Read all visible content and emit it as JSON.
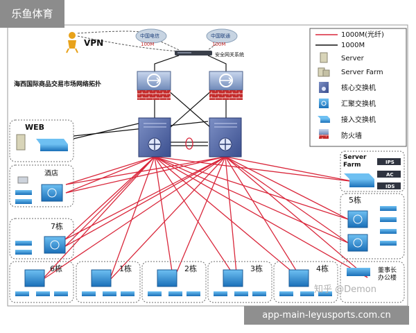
{
  "badges": {
    "top_left": "乐鱼体育",
    "bottom_right": "app-main-leyusports.com.cn",
    "watermark": "知乎 @Demon"
  },
  "diagram": {
    "title": "海西国际商品交易市场网络拓扑",
    "vpn_label": "VPN",
    "isp1": {
      "name": "中国电信",
      "bw": "100M"
    },
    "isp2": {
      "name": "中国联通",
      "bw": "100M"
    },
    "gateway_label": "安全网关系统",
    "web_label": "WEB",
    "hotel_label": "酒店",
    "b7_label": "7栋",
    "b6_label": "6栋",
    "b1_label": "1栋",
    "b2_label": "2栋",
    "b3_label": "3栋",
    "b4_label": "4栋",
    "board_label": "董事长\n办公楼",
    "server_farm_label": "Server\nFarm",
    "b5_label": "5栋",
    "ips": "IPS",
    "ac": "AC",
    "ids": "IDS"
  },
  "legend": {
    "items": [
      {
        "label": "1000M(光纤)",
        "kind": "red-line"
      },
      {
        "label": "1000M",
        "kind": "black-line"
      },
      {
        "label": "Server",
        "kind": "server"
      },
      {
        "label": "Server Farm",
        "kind": "server-farm"
      },
      {
        "label": "核心交换机",
        "kind": "core-switch"
      },
      {
        "label": "汇聚交换机",
        "kind": "agg-switch"
      },
      {
        "label": "接入交换机",
        "kind": "access-switch"
      },
      {
        "label": "防火墙",
        "kind": "firewall"
      }
    ]
  },
  "colors": {
    "fiber": "#d9263a",
    "copper": "#111111",
    "switch_blue": "#2d8fd8",
    "firewall_red": "#c42a2a"
  }
}
